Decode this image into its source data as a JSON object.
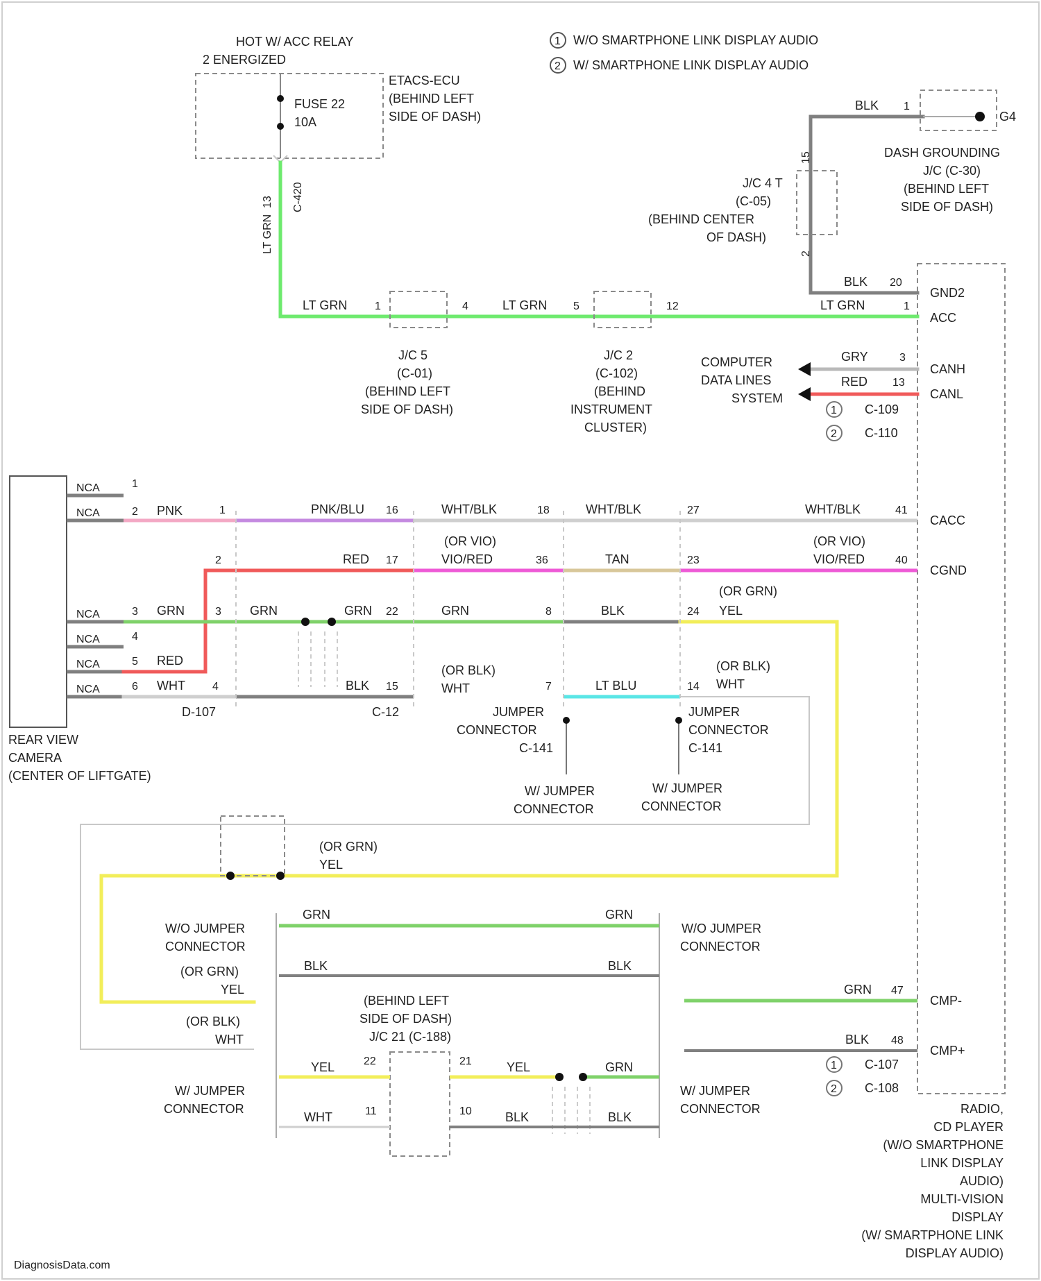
{
  "colors": {
    "lt_grn": "#6eea6e",
    "grn": "#7fd26a",
    "blk": "#808080",
    "gray": "#b9b9b9",
    "pink": "#f3a8c4",
    "pnk_blu": "#c48ae0",
    "red": "#f05a5a",
    "vio_red": "#ee5ad6",
    "tan": "#d8c79a",
    "yel": "#f2ee5a",
    "lt_blu": "#5ae6e6",
    "wht": "#cfcfcf"
  },
  "legend": {
    "item1_num": "1",
    "item1_text": "W/O SMARTPHONE LINK DISPLAY AUDIO",
    "item2_num": "2",
    "item2_text": "W/ SMARTPHONE LINK DISPLAY AUDIO"
  },
  "relay": {
    "line1": "HOT W/ ACC RELAY",
    "line2": "2 ENERGIZED",
    "fuse1": "FUSE 22",
    "fuse2": "10A",
    "etacs1": "ETACS-ECU",
    "etacs2": "(BEHIND LEFT",
    "etacs3": "SIDE OF DASH)",
    "pin": "13",
    "connector": "C-420",
    "wire_label": "LT GRN"
  },
  "ground": {
    "wire": "BLK",
    "pin1": "1",
    "g_label": "G4",
    "jc_label1": "DASH GROUNDING",
    "jc_label2": "J/C (C-30)",
    "jc_label3": "(BEHIND LEFT",
    "jc_label4": "SIDE OF DASH)",
    "jc47_1": "J/C 4 T",
    "jc47_2": "(C-05)",
    "jc47_3": "(BEHIND CENTER",
    "jc47_4": "OF DASH)",
    "pin_top": "15",
    "pin_bot": "2",
    "gnd2_wire": "BLK",
    "gnd2_pin": "20",
    "gnd2_term": "GND2"
  },
  "acc_line": {
    "seg1_wire": "LT GRN",
    "jc5_in": "1",
    "jc5_out": "4",
    "seg2_wire": "LT GRN",
    "jc2_in": "5",
    "jc2_out": "12",
    "seg3_wire": "LT GRN",
    "acc_pin": "1",
    "acc_term": "ACC",
    "jc5_1": "J/C 5",
    "jc5_2": "(C-01)",
    "jc5_3": "(BEHIND LEFT",
    "jc5_4": "SIDE OF DASH)",
    "jc2_1": "J/C 2",
    "jc2_2": "(C-102)",
    "jc2_3": "(BEHIND",
    "jc2_4": "INSTRUMENT",
    "jc2_5": "CLUSTER)"
  },
  "can": {
    "label1": "COMPUTER",
    "label2": "DATA LINES",
    "label3": "SYSTEM",
    "canh_wire": "GRY",
    "canh_pin": "3",
    "canh_term": "CANH",
    "canl_wire": "RED",
    "canl_pin": "13",
    "canl_term": "CANL",
    "c1_num": "1",
    "c1": "C-109",
    "c2_num": "2",
    "c2": "C-110"
  },
  "camera": {
    "label1": "REAR VIEW",
    "label2": "CAMERA",
    "label3": "(CENTER OF LIFTGATE)",
    "nca": "NCA",
    "pins": [
      "1",
      "2",
      "3",
      "4",
      "5",
      "6"
    ],
    "w2": "PNK",
    "w3": "GRN",
    "w5": "RED",
    "w6": "WHT",
    "conn": "D-107"
  },
  "camera_run": {
    "c12_pin1": "1",
    "c12_pin2": "2",
    "c12_pin3": "3",
    "c12_pin4": "4",
    "r1_wire": "PNK/BLU",
    "r1_pin": "16",
    "r1_wire2": "WHT/BLK",
    "r1_pin2": "18",
    "r1_wire3": "WHT/BLK",
    "r1_pin3": "27",
    "r1_wire4": "WHT/BLK",
    "r1_pin4": "41",
    "r1_term": "CACC",
    "r2_wire": "RED",
    "r2_pin": "17",
    "r2_alt": "(OR VIO)",
    "r2_wire2": "VIO/RED",
    "r2_pin2": "36",
    "r2_wire3": "TAN",
    "r2_pin3": "23",
    "r2_alt2": "(OR VIO)",
    "r2_wire4": "VIO/RED",
    "r2_pin4": "40",
    "r2_term": "CGND",
    "r3_wire": "GRN",
    "r3_wire_b": "GRN",
    "r3_pin": "22",
    "r3_wire2": "GRN",
    "r3_pin2": "8",
    "r3_wire3": "BLK",
    "r3_pin3": "24",
    "r3_alt": "(OR GRN)",
    "r3_wire4": "YEL",
    "r4_wire": "BLK",
    "r4_pin": "15",
    "r4_alt": "(OR BLK)",
    "r4_wire2": "WHT",
    "r4_pin2": "7",
    "r4_wire3": "LT BLU",
    "r4_pin3": "14",
    "r4_alt2": "(OR BLK)",
    "r4_wire4": "WHT",
    "c12_conn": "C-12",
    "jmp1_1": "JUMPER",
    "jmp1_2": "CONNECTOR",
    "jmp1_3": "C-141",
    "jmp2_1": "JUMPER",
    "jmp2_2": "CONNECTOR",
    "jmp2_3": "C-141",
    "wj1_1": "W/ JUMPER",
    "wj1_2": "CONNECTOR",
    "wj2_1": "W/ JUMPER",
    "wj2_2": "CONNECTOR"
  },
  "lower": {
    "yel_alt": "(OR GRN)",
    "yel_wire": "YEL",
    "woj_left1": "W/O JUMPER",
    "woj_left2": "CONNECTOR",
    "left_alt1": "(OR GRN)",
    "left_wire1": "YEL",
    "left_alt2": "(OR BLK)",
    "left_wire2": "WHT",
    "top_grn_l": "GRN",
    "top_grn_r": "GRN",
    "top_blk_l": "BLK",
    "top_blk_r": "BLK",
    "woj_right1": "W/O JUMPER",
    "woj_right2": "CONNECTOR",
    "jc21_1": "(BEHIND LEFT",
    "jc21_2": "SIDE OF DASH)",
    "jc21_3": "J/C 21 (C-188)",
    "yel_l": "YEL",
    "pin22": "22",
    "pin21": "21",
    "yel_r": "YEL",
    "grn_r": "GRN",
    "wht_l": "WHT",
    "pin11": "11",
    "pin10": "10",
    "blk_m": "BLK",
    "blk_r": "BLK",
    "wj_left1": "W/ JUMPER",
    "wj_left2": "CONNECTOR",
    "wj_right1": "W/ JUMPER",
    "wj_right2": "CONNECTOR",
    "cmp_minus_wire": "GRN",
    "cmp_minus_pin": "47",
    "cmp_minus_term": "CMP-",
    "cmp_plus_wire": "BLK",
    "cmp_plus_pin": "48",
    "cmp_plus_term": "CMP+",
    "c107_num": "1",
    "c107": "C-107",
    "c108_num": "2",
    "c108": "C-108"
  },
  "radio": {
    "l1": "RADIO,",
    "l2": "CD PLAYER",
    "l3": "(W/O SMARTPHONE",
    "l4": "LINK DISPLAY",
    "l5": "AUDIO)",
    "l6": "MULTI-VISION",
    "l7": "DISPLAY",
    "l8": "(W/ SMARTPHONE LINK",
    "l9": "DISPLAY AUDIO)"
  },
  "footer": {
    "watermark": "DiagnosisData.com"
  }
}
